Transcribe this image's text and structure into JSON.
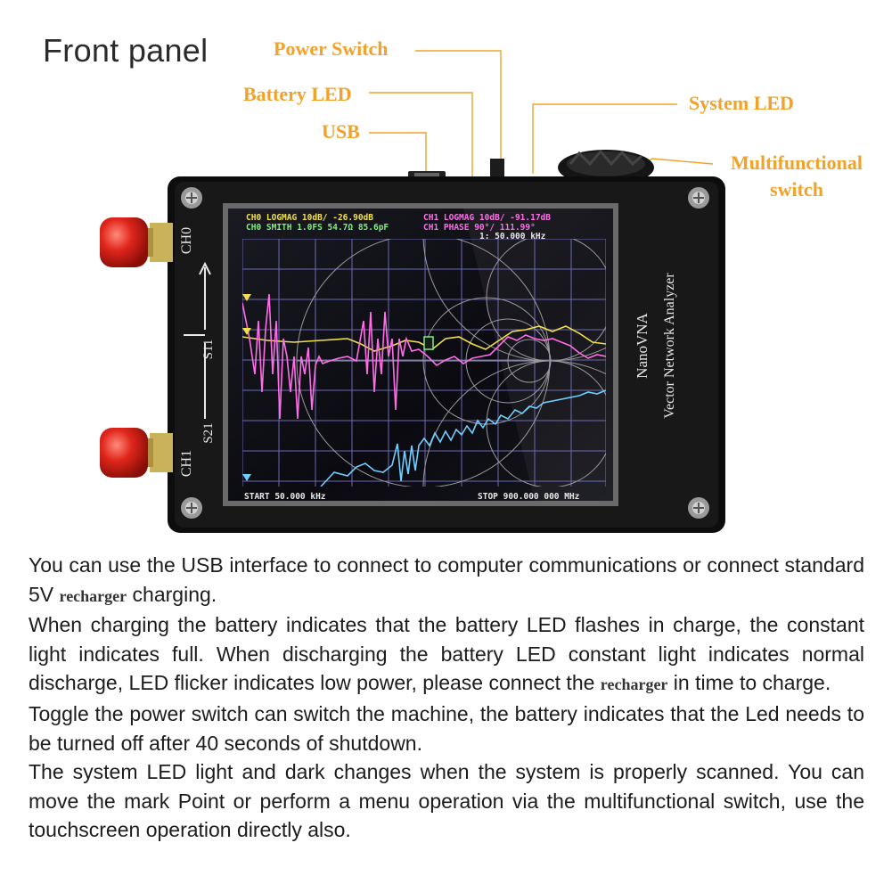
{
  "title": "Front panel",
  "callouts": {
    "power_switch": "Power Switch",
    "battery_led": "Battery LED",
    "usb": "USB",
    "system_led": "System LED",
    "multifunctional_switch_line1": "Multifunctional",
    "multifunctional_switch_line2": "switch"
  },
  "device": {
    "ch0_label": "CH0",
    "ch1_label": "CH1",
    "s11_label": "S11",
    "s21_label": "S21",
    "brand_line1": "NanoVNA",
    "brand_line2": "Vector Network Analyzer",
    "screen": {
      "trace0_header": "CH0 LOGMAG 10dB/ -26.90dB",
      "trace1_header": "CH1 LOGMAG 10dB/ -91.17dB",
      "trace2_header": "CH0 SMITH 1.0FS  54.7Ω 85.6pF",
      "trace3_header": "CH1 PHASE 90°/  111.99°",
      "marker": "1: 50.000 kHz",
      "start": "START 50.000 kHz",
      "stop": "STOP 900.000 000 MHz"
    }
  },
  "body": {
    "p1_a": "You can use the USB interface to connect to computer communications or connect standard 5V ",
    "p1_b": "recharger",
    "p1_c": " charging.",
    "p2_a": "When charging the battery indicates that the battery LED flashes in charge, the constant light indicates full. When discharging the battery LED constant light indicates normal discharge, LED flicker indicates low power, please connect the ",
    "p2_b": "recharger",
    "p2_c": " in time to charge.",
    "p3": "Toggle the power switch can switch the machine, the battery indicates that the Led needs to be turned off after 40 seconds of shutdown.",
    "p4": "The system LED light and dark changes when the system is properly scanned. You can move the mark Point or perform a menu operation via the multifunctional switch, use the touchscreen operation directly also."
  },
  "colors": {
    "callout": "#f0a22a",
    "connector_red": "#e0261c",
    "trace_yellow": "#f2e04a",
    "trace_magenta": "#ff6ee8",
    "trace_cyan": "#6ed0ff",
    "grid": "#8a8ad8"
  }
}
